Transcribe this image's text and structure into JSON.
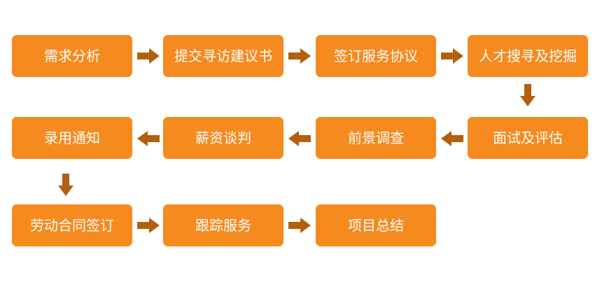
{
  "colors": {
    "box_fill": "#f58a1f",
    "box_text": "#ffffff",
    "arrow": "#b35f0e",
    "background": "#ffffff"
  },
  "flow": {
    "steps": [
      {
        "label": "需求分析"
      },
      {
        "label": "提交寻访建议书"
      },
      {
        "label": "签订服务协议"
      },
      {
        "label": "人才搜寻及挖掘"
      },
      {
        "label": "面试及评估"
      },
      {
        "label": "前景调查"
      },
      {
        "label": "薪资谈判"
      },
      {
        "label": "录用通知"
      },
      {
        "label": "劳动合同签订"
      },
      {
        "label": "跟踪服务"
      },
      {
        "label": "项目总结"
      }
    ],
    "arrow_icon": "block-arrow-icon"
  }
}
